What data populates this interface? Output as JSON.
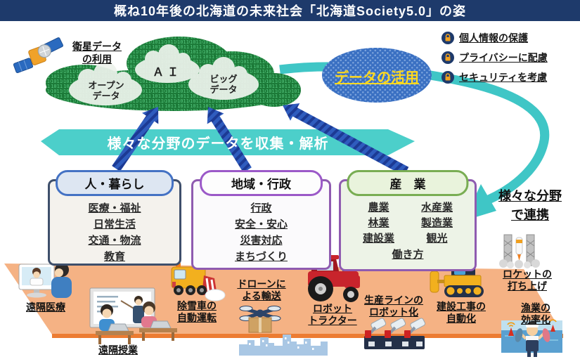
{
  "title": "概ね10年後の北海道の未来社会「北海道Society5.0」の姿",
  "satellite": {
    "line1": "衛星データ",
    "line2": "の利用"
  },
  "cloud": {
    "open_data": {
      "line1": "オープン",
      "line2": "データ"
    },
    "ai": "ＡＩ",
    "big_data": {
      "line1": "ビッグ",
      "line2": "データ"
    }
  },
  "data_utilization": "データの活用",
  "security": {
    "items": [
      "個人情報の保護",
      "プライバシーに配慮",
      "セキュリティを考慮"
    ]
  },
  "banner": "様々な分野のデータを収集・解析",
  "categories": [
    {
      "title": "人・暮らし",
      "items": [
        "医療・福祉",
        "日常生活",
        "交通・物流",
        "教育"
      ]
    },
    {
      "title": "地域・行政",
      "items": [
        "行政",
        "安全・安心",
        "災害対応",
        "まちづくり"
      ]
    },
    {
      "title": "産　業",
      "left_items": [
        "農業",
        "林業",
        "建設業"
      ],
      "right_items": [
        "水産業",
        "製造業",
        "観光"
      ],
      "bottom_item": "働き方"
    }
  ],
  "cooperation": {
    "line1": "様々な分野",
    "line2": "で連携"
  },
  "use_cases": {
    "telemedicine": {
      "line1": "遠隔医療"
    },
    "remote_class": {
      "line1": "遠隔授業"
    },
    "snowplow": {
      "line1": "除雪車の",
      "line2": "自動運転"
    },
    "drone": {
      "line1": "ドローンに",
      "line2": "よる輸送"
    },
    "robot_tractor": {
      "line1": "ロボット",
      "line2": "トラクター"
    },
    "production_line": {
      "line1": "生産ラインの",
      "line2": "ロボット化"
    },
    "construction": {
      "line1": "建設工事の",
      "line2": "自動化"
    },
    "rocket": {
      "line1": "ロケットの",
      "line2": "打ち上げ"
    },
    "fishery": {
      "line1": "漁業の",
      "line2": "効率化"
    }
  },
  "colors": {
    "header_bg": "#1e3a6b",
    "cloud_green": "#1c7a38",
    "cloud_digits": "#53c57c",
    "teal_accent": "#3fc6c6",
    "banner_fill": "#4ccfca",
    "arrow_blue": "#2f5cbe",
    "oval_blue": "#3a70c2",
    "oval_text": "#ffd91e",
    "ground": "#f5b284",
    "ground_edge": "#ec7c32",
    "lock_badge": "#1e3a6b",
    "lock_body": "#f0a020"
  }
}
